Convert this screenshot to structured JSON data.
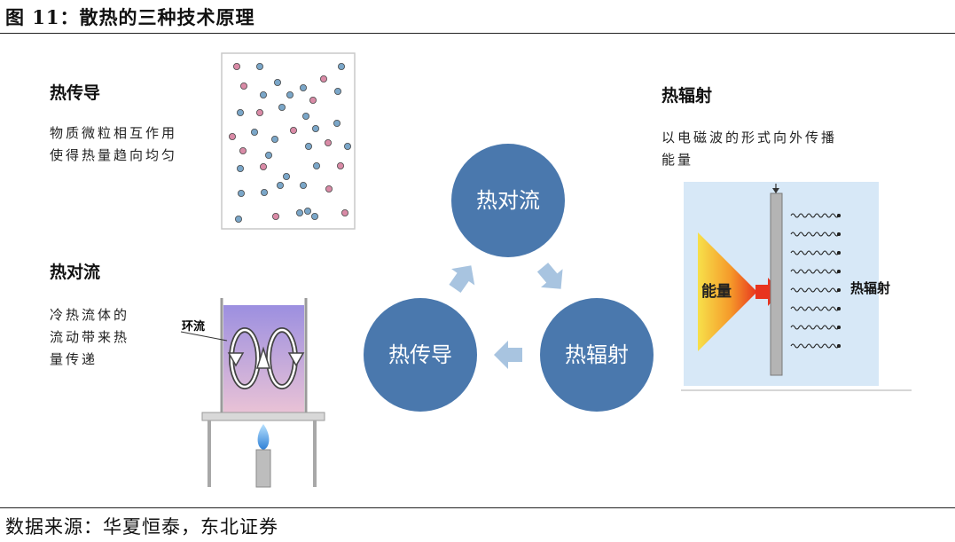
{
  "title": "图 11：散热的三种技术原理",
  "source": "数据来源：华夏恒泰，东北证券",
  "conduction": {
    "heading": "热传导",
    "desc_lines": [
      "物质微粒相互作用",
      "使得热量趋向均匀"
    ]
  },
  "convection": {
    "heading": "热对流",
    "desc_lines": [
      "冷热流体的",
      "流动带来热",
      "量传递"
    ],
    "label": "环流"
  },
  "radiation": {
    "heading": "热辐射",
    "desc_lines": [
      "以电磁波的形式向外传播",
      "能量"
    ],
    "energy_label": "能量",
    "wave_label": "热辐射"
  },
  "cycle": {
    "top": "热对流",
    "left": "热传导",
    "right": "热辐射"
  },
  "colors": {
    "circle": "#4a78ad",
    "arrow": "#a8c4e0",
    "panel": "#d7e8f7",
    "beaker": "#c8b4e0"
  }
}
